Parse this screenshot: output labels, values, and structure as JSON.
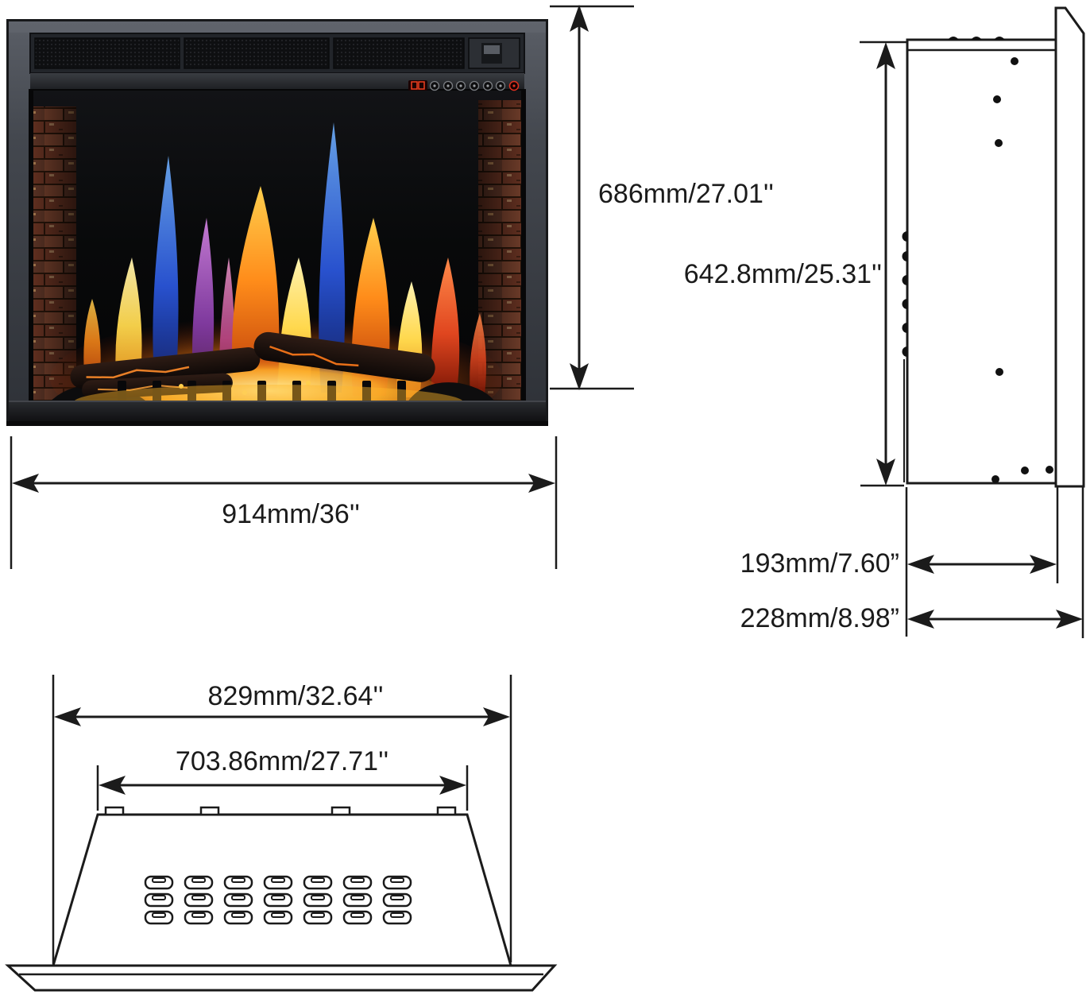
{
  "diagram": {
    "title": "electric fireplace insert dimension drawing",
    "front_view": {
      "height": "686mm/27.01''",
      "width": "914mm/36''"
    },
    "side_view": {
      "height": "642.8mm/25.31''",
      "depth_body": "193mm/7.60”",
      "depth_total": "228mm/8.98”"
    },
    "top_view": {
      "width_front": "829mm/32.64''",
      "width_back": "703.86mm/27.71''"
    },
    "colors": {
      "line": "#1b1b1b",
      "bezel_gray": "#43474e",
      "glass_black": "#060607",
      "brick_red": "#63301f",
      "flame_blue": "#2a55d8",
      "flame_purple": "#8c3fae",
      "flame_orange": "#ff8c1a",
      "flame_yellow": "#ffd84d",
      "flame_red": "#e0461f",
      "ember_glow": "#ffae2a",
      "power_icon_red": "#e03020"
    }
  }
}
